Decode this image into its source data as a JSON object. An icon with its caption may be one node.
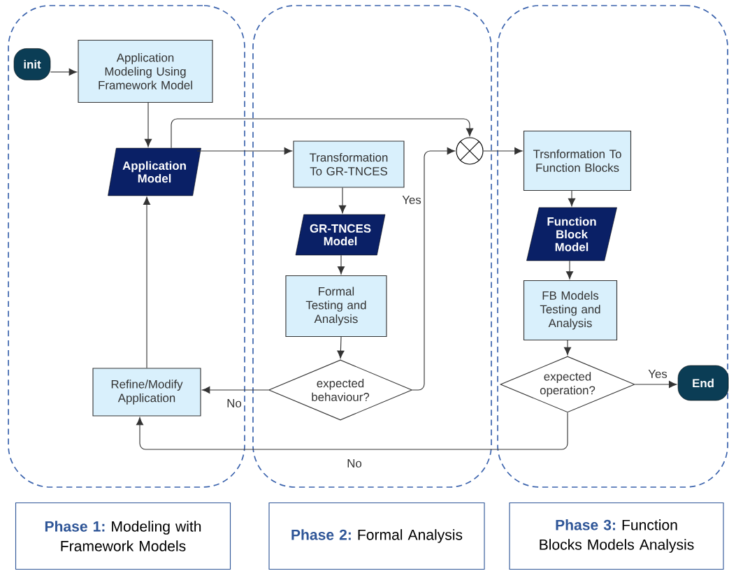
{
  "diagram": {
    "nodes": [
      {
        "text": [],
        "shape": "box"
      },
      {
        "text": [],
        "shape": "box"
      },
      {
        "text": [],
        "shape": "box"
      },
      {
        "text": [
          "init"
        ],
        "in": 0
      },
      {
        "text": [
          "Application Modeling Using Framework Model"
        ],
        "in": 0
      },
      {
        "text": [
          "Application Model"
        ],
        "in": 0
      },
      {
        "text": [
          "Refine/Modify Application"
        ],
        "in": 0
      },
      {
        "text": [
          "Transformation To GR-TNCES"
        ],
        "in": 1
      },
      {
        "text": [
          "GR-TNCES Model"
        ],
        "in": 1
      },
      {
        "text": [
          "Formal Testing and Analysis"
        ],
        "in": 1
      },
      {
        "text": [
          "expected behaviour?"
        ],
        "in": 1
      },
      {
        "text": [],
        "shape": "circle",
        "in": 1
      },
      {
        "text": [
          "Trsnformation To Function Blocks"
        ],
        "in": 2
      },
      {
        "text": [
          "Function Block Model"
        ],
        "in": 2
      },
      {
        "text": [
          "FB Models Testing and Analysis"
        ],
        "in": 2
      },
      {
        "text": [
          "expected operation?"
        ],
        "in": 2
      },
      {
        "text": [
          "End"
        ],
        "in": 2
      },
      {
        "text": [
          "Phase 1:",
          "Modeling with Framework Models"
        ]
      },
      {
        "text": [
          "Phase 2:",
          "Formal Analysis"
        ]
      },
      {
        "text": [
          "Phase 3:",
          "Function Blocks Models Analysis"
        ]
      }
    ],
    "edges": [
      {
        "from": 3,
        "to": 4,
        "arrow": "to"
      },
      {
        "from": 4,
        "to": 5,
        "arrow": "to"
      },
      {
        "from": 5,
        "to": 7,
        "arrow": "to"
      },
      {
        "from": 5,
        "to": 11,
        "arrow": "to"
      },
      {
        "from": 7,
        "to": 8,
        "arrow": "to"
      },
      {
        "from": 8,
        "to": 9,
        "arrow": "to"
      },
      {
        "from": 9,
        "to": 10,
        "arrow": "to"
      },
      {
        "from": 10,
        "to": 6,
        "arrow": "to",
        "label": "No"
      },
      {
        "from": 10,
        "to": 11,
        "arrow": "to",
        "label": "Yes"
      },
      {
        "from": 11,
        "to": 12,
        "arrow": "to"
      },
      {
        "from": 12,
        "to": 13,
        "arrow": "to"
      },
      {
        "from": 13,
        "to": 14,
        "arrow": "to"
      },
      {
        "from": 14,
        "to": 15,
        "arrow": "to"
      },
      {
        "from": 15,
        "to": 16,
        "arrow": "to",
        "label": "Yes"
      },
      {
        "from": 15,
        "to": 6,
        "arrow": "to",
        "label": "No"
      },
      {
        "from": 6,
        "to": 5,
        "arrow": "to"
      }
    ]
  }
}
